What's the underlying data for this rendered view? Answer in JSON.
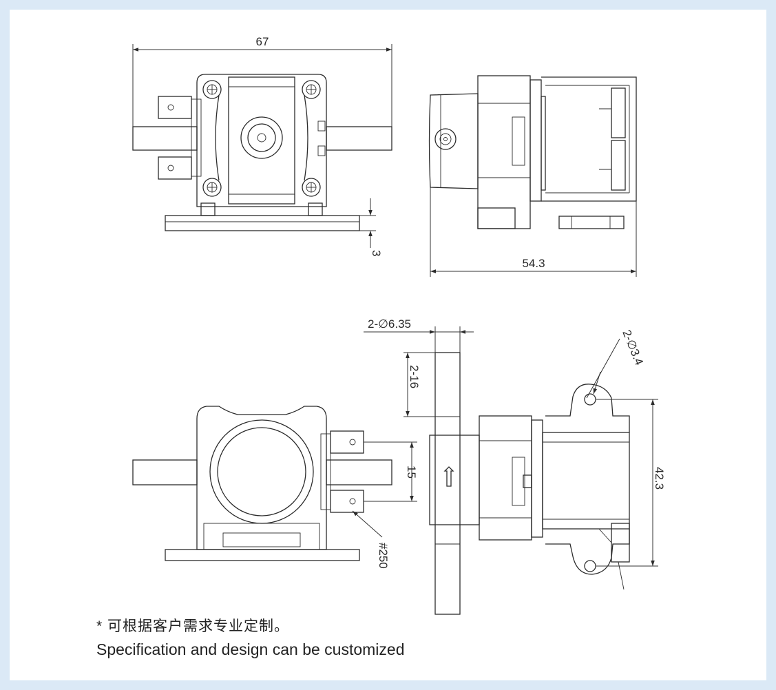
{
  "colors": {
    "background": "#dbe9f6",
    "panel": "#ffffff",
    "line": "#2b2b2b"
  },
  "dimensions": {
    "top_width": "67",
    "base_thickness": "3",
    "side_length": "54.3",
    "tube_diameter": "2-∅6.35",
    "tube_length": "2-16",
    "hole_diameter": "2-∅3.4",
    "terminal_pitch": "15",
    "mount_spacing": "42.3",
    "terminal_size": "#250"
  },
  "notes": {
    "chinese": "* 可根据客户需求专业定制。",
    "english": "Specification and design can be customized"
  }
}
